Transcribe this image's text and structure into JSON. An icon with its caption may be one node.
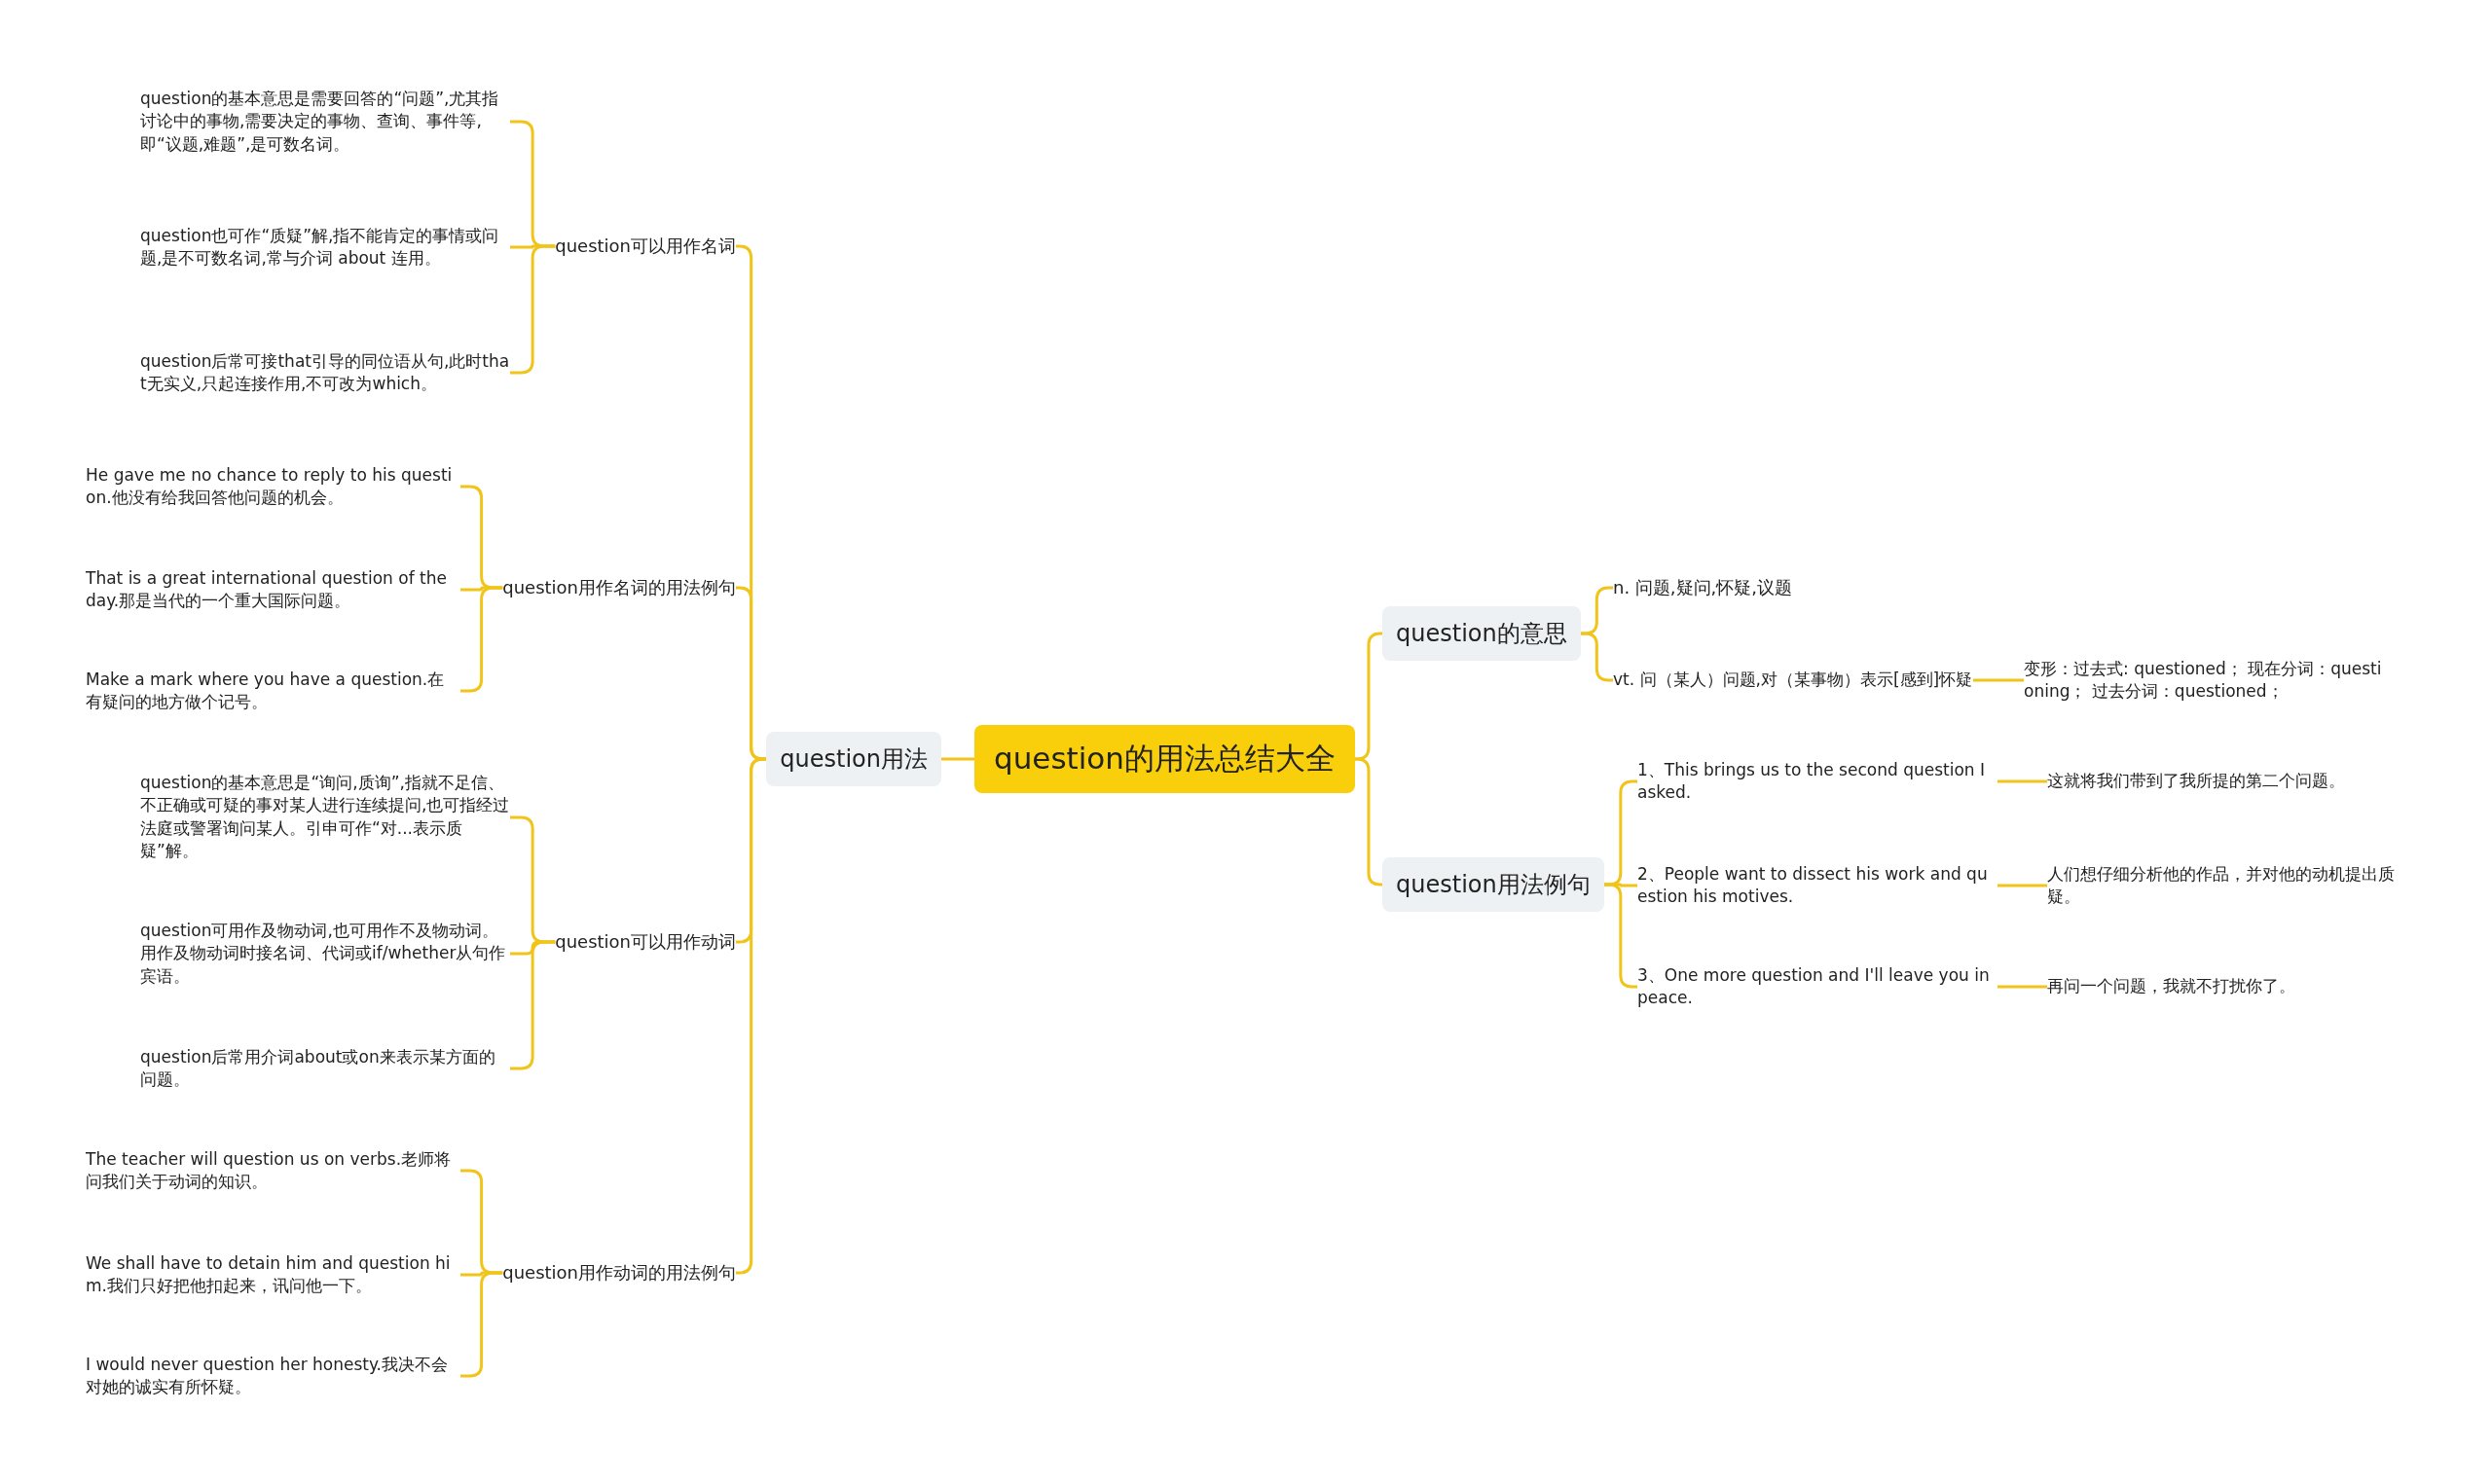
{
  "diagram": {
    "nodes": [
      {
        "text": [
          "question的用法总结大全"
        ]
      },
      {
        "text": [
          "question用法"
        ]
      },
      {
        "text": [
          "question可以用作名词"
        ]
      },
      {
        "text": [
          "question的基本意思是需要回答的“问题”,尤其指讨论中的事物,需要决定的事物、查询、事件等,即“议题,难题”,是可数名词。"
        ]
      },
      {
        "text": [
          "question也可作“质疑”解,指不能肯定的事情或问题,是不可数名词,常与介词 about 连用。"
        ]
      },
      {
        "text": [
          "question后常可接that引导的同位语从句,此时that无实义,只起连接作用,不可改为which。"
        ]
      },
      {
        "text": [
          "question用作名词的用法例句"
        ]
      },
      {
        "text": [
          "He gave me no chance to reply to his question.他没有给我回答他问题的机会。"
        ]
      },
      {
        "text": [
          "That is a great international question of the day.那是当代的一个重大国际问题。"
        ]
      },
      {
        "text": [
          "Make a mark where you have a question.在有疑问的地方做个记号。"
        ]
      },
      {
        "text": [
          "question可以用作动词"
        ]
      },
      {
        "text": [
          "question的基本意思是“询问,质询”,指就不足信、不正确或可疑的事对某人进行连续提问,也可指经过法庭或警署询问某人。引申可作“对...表示质疑”解。"
        ]
      },
      {
        "text": [
          "question可用作及物动词,也可用作不及物动词。用作及物动词时接名词、代词或if/whether从句作宾语。"
        ]
      },
      {
        "text": [
          "question后常用介词about或on来表示某方面的问题。"
        ]
      },
      {
        "text": [
          "question用作动词的用法例句"
        ]
      },
      {
        "text": [
          "The teacher will question us on verbs.老师将问我们关于动词的知识。"
        ]
      },
      {
        "text": [
          "We shall have to detain him and question him.我们只好把他扣起来，讯问他一下。"
        ]
      },
      {
        "text": [
          "I would never question her honesty.我决不会对她的诚实有所怀疑。"
        ]
      },
      {
        "text": [
          "question的意思"
        ]
      },
      {
        "text": [
          "n. 问题,疑问,怀疑,议题"
        ]
      },
      {
        "text": [
          "vt. 问（某人）问题,对（某事物）表示[感到]怀疑"
        ]
      },
      {
        "text": [
          "变形：过去式: questioned； 现在分词：questioning； 过去分词：questioned；"
        ]
      },
      {
        "text": [
          "question用法例句"
        ]
      },
      {
        "text": [
          "1、This brings us to the second question I asked."
        ]
      },
      {
        "text": [
          "2、People want to dissect his work and question his motives."
        ]
      },
      {
        "text": [
          "3、One more question and I'll leave you in peace."
        ]
      },
      {
        "text": [
          "这就将我们带到了我所提的第二个问题。"
        ]
      },
      {
        "text": [
          "人们想仔细分析他的作品，并对他的动机提出质疑。"
        ]
      },
      {
        "text": [
          "再问一个问题，我就不打扰你了。"
        ]
      }
    ],
    "edges": [
      {
        "from": 0,
        "to": 1,
        "arrow": "none"
      },
      {
        "from": 1,
        "to": 2,
        "arrow": "none"
      },
      {
        "from": 2,
        "to": 3,
        "arrow": "none"
      },
      {
        "from": 2,
        "to": 4,
        "arrow": "none"
      },
      {
        "from": 2,
        "to": 5,
        "arrow": "none"
      },
      {
        "from": 1,
        "to": 6,
        "arrow": "none"
      },
      {
        "from": 6,
        "to": 7,
        "arrow": "none"
      },
      {
        "from": 6,
        "to": 8,
        "arrow": "none"
      },
      {
        "from": 6,
        "to": 9,
        "arrow": "none"
      },
      {
        "from": 1,
        "to": 10,
        "arrow": "none"
      },
      {
        "from": 10,
        "to": 11,
        "arrow": "none"
      },
      {
        "from": 10,
        "to": 12,
        "arrow": "none"
      },
      {
        "from": 10,
        "to": 13,
        "arrow": "none"
      },
      {
        "from": 1,
        "to": 14,
        "arrow": "none"
      },
      {
        "from": 14,
        "to": 15,
        "arrow": "none"
      },
      {
        "from": 14,
        "to": 16,
        "arrow": "none"
      },
      {
        "from": 14,
        "to": 17,
        "arrow": "none"
      },
      {
        "from": 0,
        "to": 18,
        "arrow": "none"
      },
      {
        "from": 18,
        "to": 19,
        "arrow": "none"
      },
      {
        "from": 18,
        "to": 20,
        "arrow": "none"
      },
      {
        "from": 20,
        "to": 21,
        "arrow": "none"
      },
      {
        "from": 0,
        "to": 22,
        "arrow": "none"
      },
      {
        "from": 22,
        "to": 23,
        "arrow": "none"
      },
      {
        "from": 22,
        "to": 24,
        "arrow": "none"
      },
      {
        "from": 22,
        "to": 25,
        "arrow": "none"
      },
      {
        "from": 23,
        "to": 26,
        "arrow": "none"
      },
      {
        "from": 24,
        "to": 27,
        "arrow": "none"
      },
      {
        "from": 25,
        "to": 28,
        "arrow": "none"
      }
    ]
  }
}
